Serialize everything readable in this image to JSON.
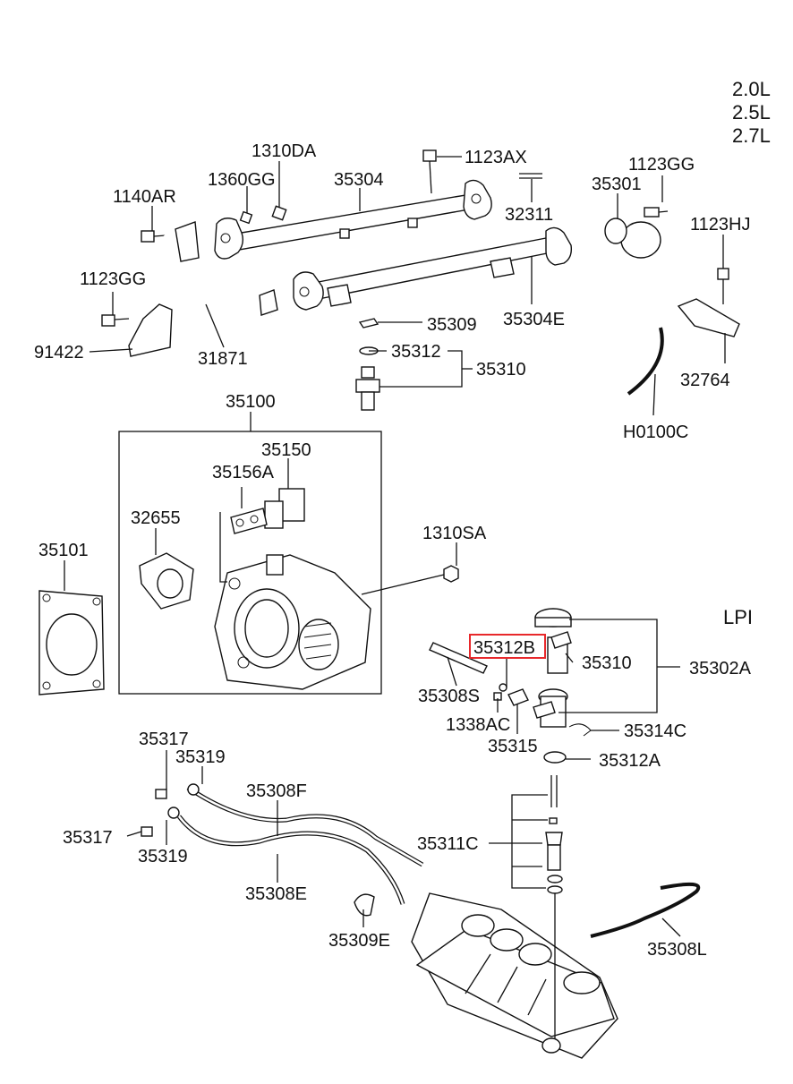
{
  "engine_labels": [
    "2.0L",
    "2.5L",
    "2.7L"
  ],
  "section_labels": {
    "lpi": "LPI"
  },
  "parts": {
    "p1310DA": "1310DA",
    "p1123AX": "1123AX",
    "p1360GG": "1360GG",
    "p35304": "35304",
    "p1140AR": "1140AR",
    "p1123GG_top": "1123GG",
    "p35301": "35301",
    "p32311": "32311",
    "p1123HJ": "1123HJ",
    "p1123GG_left": "1123GG",
    "p35309": "35309",
    "p35304E": "35304E",
    "p91422": "91422",
    "p31871": "31871",
    "p35312": "35312",
    "p35310_top": "35310",
    "p32764": "32764",
    "pH0100C": "H0100C",
    "p35100": "35100",
    "p35150": "35150",
    "p35156A": "35156A",
    "p32655": "32655",
    "p35101": "35101",
    "p1310SA": "1310SA",
    "p35312B": "35312B",
    "p35310_lpi": "35310",
    "p35302A": "35302A",
    "p35308S": "35308S",
    "p1338AC": "1338AC",
    "p35315": "35315",
    "p35314C": "35314C",
    "p35312A": "35312A",
    "p35317_top": "35317",
    "p35319_top": "35319",
    "p35308F": "35308F",
    "p35317_left": "35317",
    "p35319_left": "35319",
    "p35311C": "35311C",
    "p35308E": "35308E",
    "p35309E": "35309E",
    "p35308L": "35308L"
  },
  "highlight": {
    "part": "35312B",
    "color": "#e8282b"
  }
}
